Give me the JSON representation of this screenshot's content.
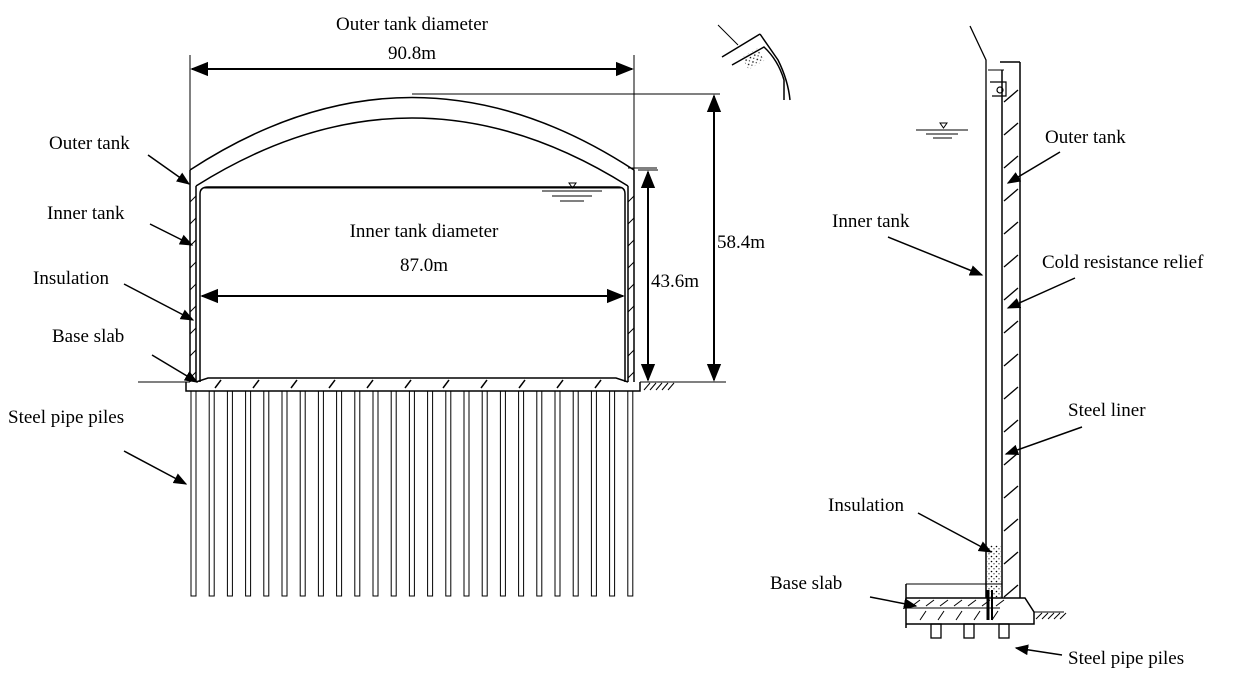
{
  "left_diagram": {
    "outer_tank_diameter_title": "Outer tank diameter",
    "outer_tank_diameter_value": "90.8m",
    "inner_tank_diameter_title": "Inner tank diameter",
    "inner_tank_diameter_value": "87.0m",
    "liquid_height": "43.6m",
    "total_height": "58.4m",
    "labels": {
      "outer_tank": "Outer tank",
      "inner_tank": "Inner tank",
      "insulation": "Insulation",
      "base_slab": "Base slab",
      "steel_pipe_piles": "Steel pipe piles"
    }
  },
  "right_diagram": {
    "labels": {
      "outer_tank": "Outer tank",
      "inner_tank": "Inner tank",
      "cold_resistance_relief": "Cold resistance relief",
      "steel_liner": "Steel liner",
      "insulation": "Insulation",
      "base_slab": "Base slab",
      "steel_pipe_piles": "Steel pipe piles"
    }
  }
}
